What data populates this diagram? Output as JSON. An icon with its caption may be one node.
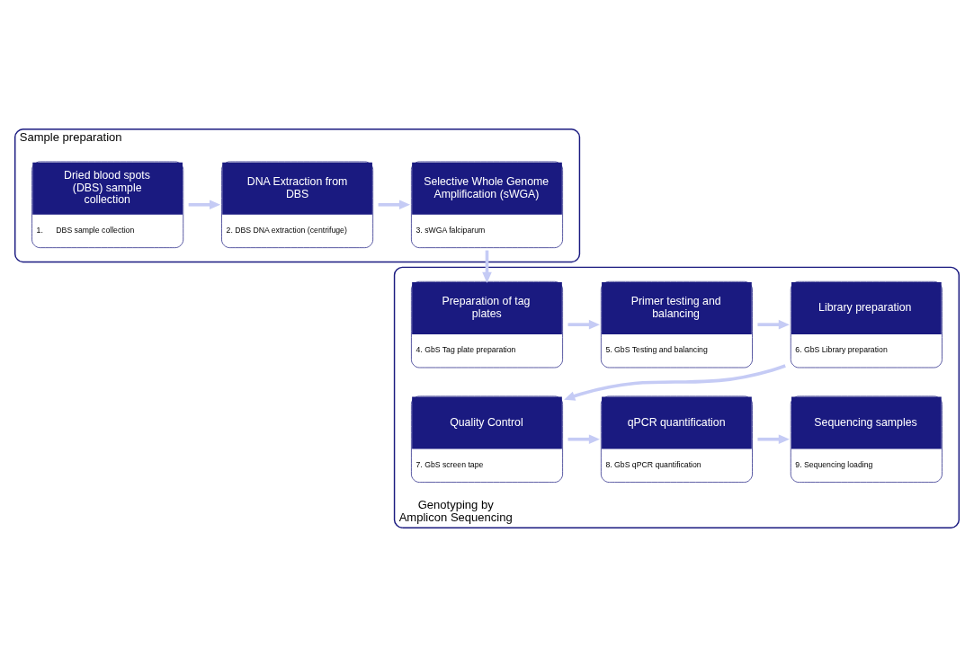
{
  "diagram": {
    "nodes": [
      {
        "text": [
          "Sample preparation"
        ]
      },
      {
        "text": [
          "Genotyping by Amplicon Sequencing"
        ]
      },
      {
        "text": [
          "Dried blood spots (DBS) sample collection",
          "1.      DBS sample collection"
        ],
        "in": 0
      },
      {
        "text": [
          "DNA Extraction from DBS",
          "2. DBS DNA extraction (centrifuge)"
        ],
        "in": 0
      },
      {
        "text": [
          "Selective Whole Genome Amplification (sWGA)",
          "3. sWGA falciparum"
        ],
        "in": 0
      },
      {
        "text": [
          "Preparation of tag plates",
          "4. GbS Tag plate preparation"
        ],
        "in": 1
      },
      {
        "text": [
          "Primer testing and balancing",
          "5. GbS Testing and balancing"
        ],
        "in": 1
      },
      {
        "text": [
          "Library preparation",
          "6. GbS Library preparation"
        ],
        "in": 1
      },
      {
        "text": [
          "Quality Control",
          "7. GbS screen tape"
        ],
        "in": 1
      },
      {
        "text": [
          "qPCR quantification",
          "8. GbS qPCR quantification"
        ],
        "in": 1
      },
      {
        "text": [
          "Sequencing samples",
          "9. Sequencing loading"
        ],
        "in": 1
      }
    ],
    "edges": [
      {
        "from": 2,
        "to": 3,
        "arrow": "to"
      },
      {
        "from": 3,
        "to": 4,
        "arrow": "to"
      },
      {
        "from": 4,
        "to": 5,
        "arrow": "to"
      },
      {
        "from": 5,
        "to": 6,
        "arrow": "to"
      },
      {
        "from": 6,
        "to": 7,
        "arrow": "to"
      },
      {
        "from": 7,
        "to": 8,
        "arrow": "to"
      },
      {
        "from": 8,
        "to": 9,
        "arrow": "to"
      },
      {
        "from": 9,
        "to": 10,
        "arrow": "to"
      }
    ]
  }
}
